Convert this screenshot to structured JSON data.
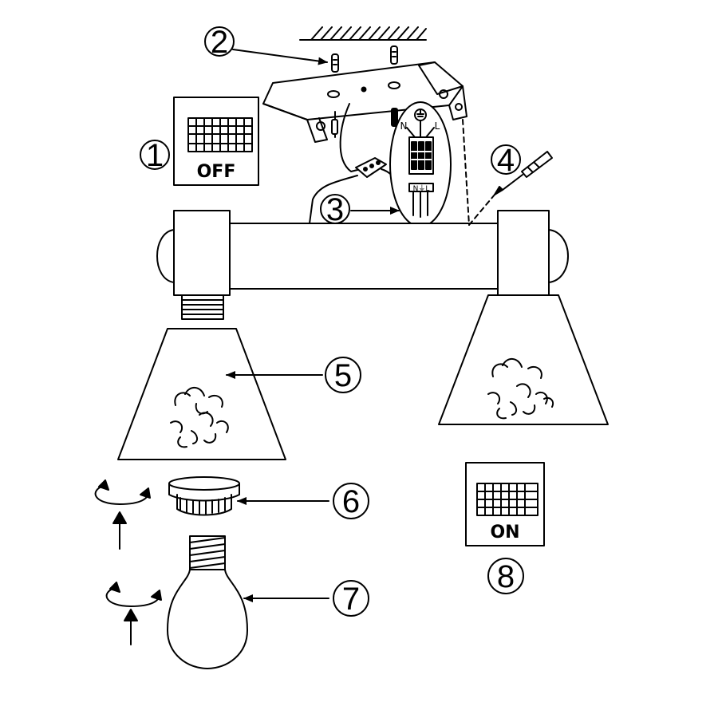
{
  "steps": [
    {
      "number": "1",
      "label": "OFF"
    },
    {
      "number": "2"
    },
    {
      "number": "3",
      "terminals": {
        "neutral": "N",
        "earth_symbol": "⏚",
        "live": "L",
        "block_label": "N⏚L"
      }
    },
    {
      "number": "4"
    },
    {
      "number": "5"
    },
    {
      "number": "6"
    },
    {
      "number": "7"
    },
    {
      "number": "8",
      "label": "ON"
    }
  ],
  "colors": {
    "line": "#000000",
    "background": "#ffffff"
  },
  "icons": [
    "ceiling-hatch",
    "mounting-bracket",
    "screw-icon",
    "switch-panel-icon",
    "terminal-block-icon",
    "screwdriver-icon",
    "lamp-shade",
    "lamp-bar",
    "shade-ring",
    "light-bulb",
    "rotate-arrow-icon",
    "up-arrow-icon"
  ]
}
